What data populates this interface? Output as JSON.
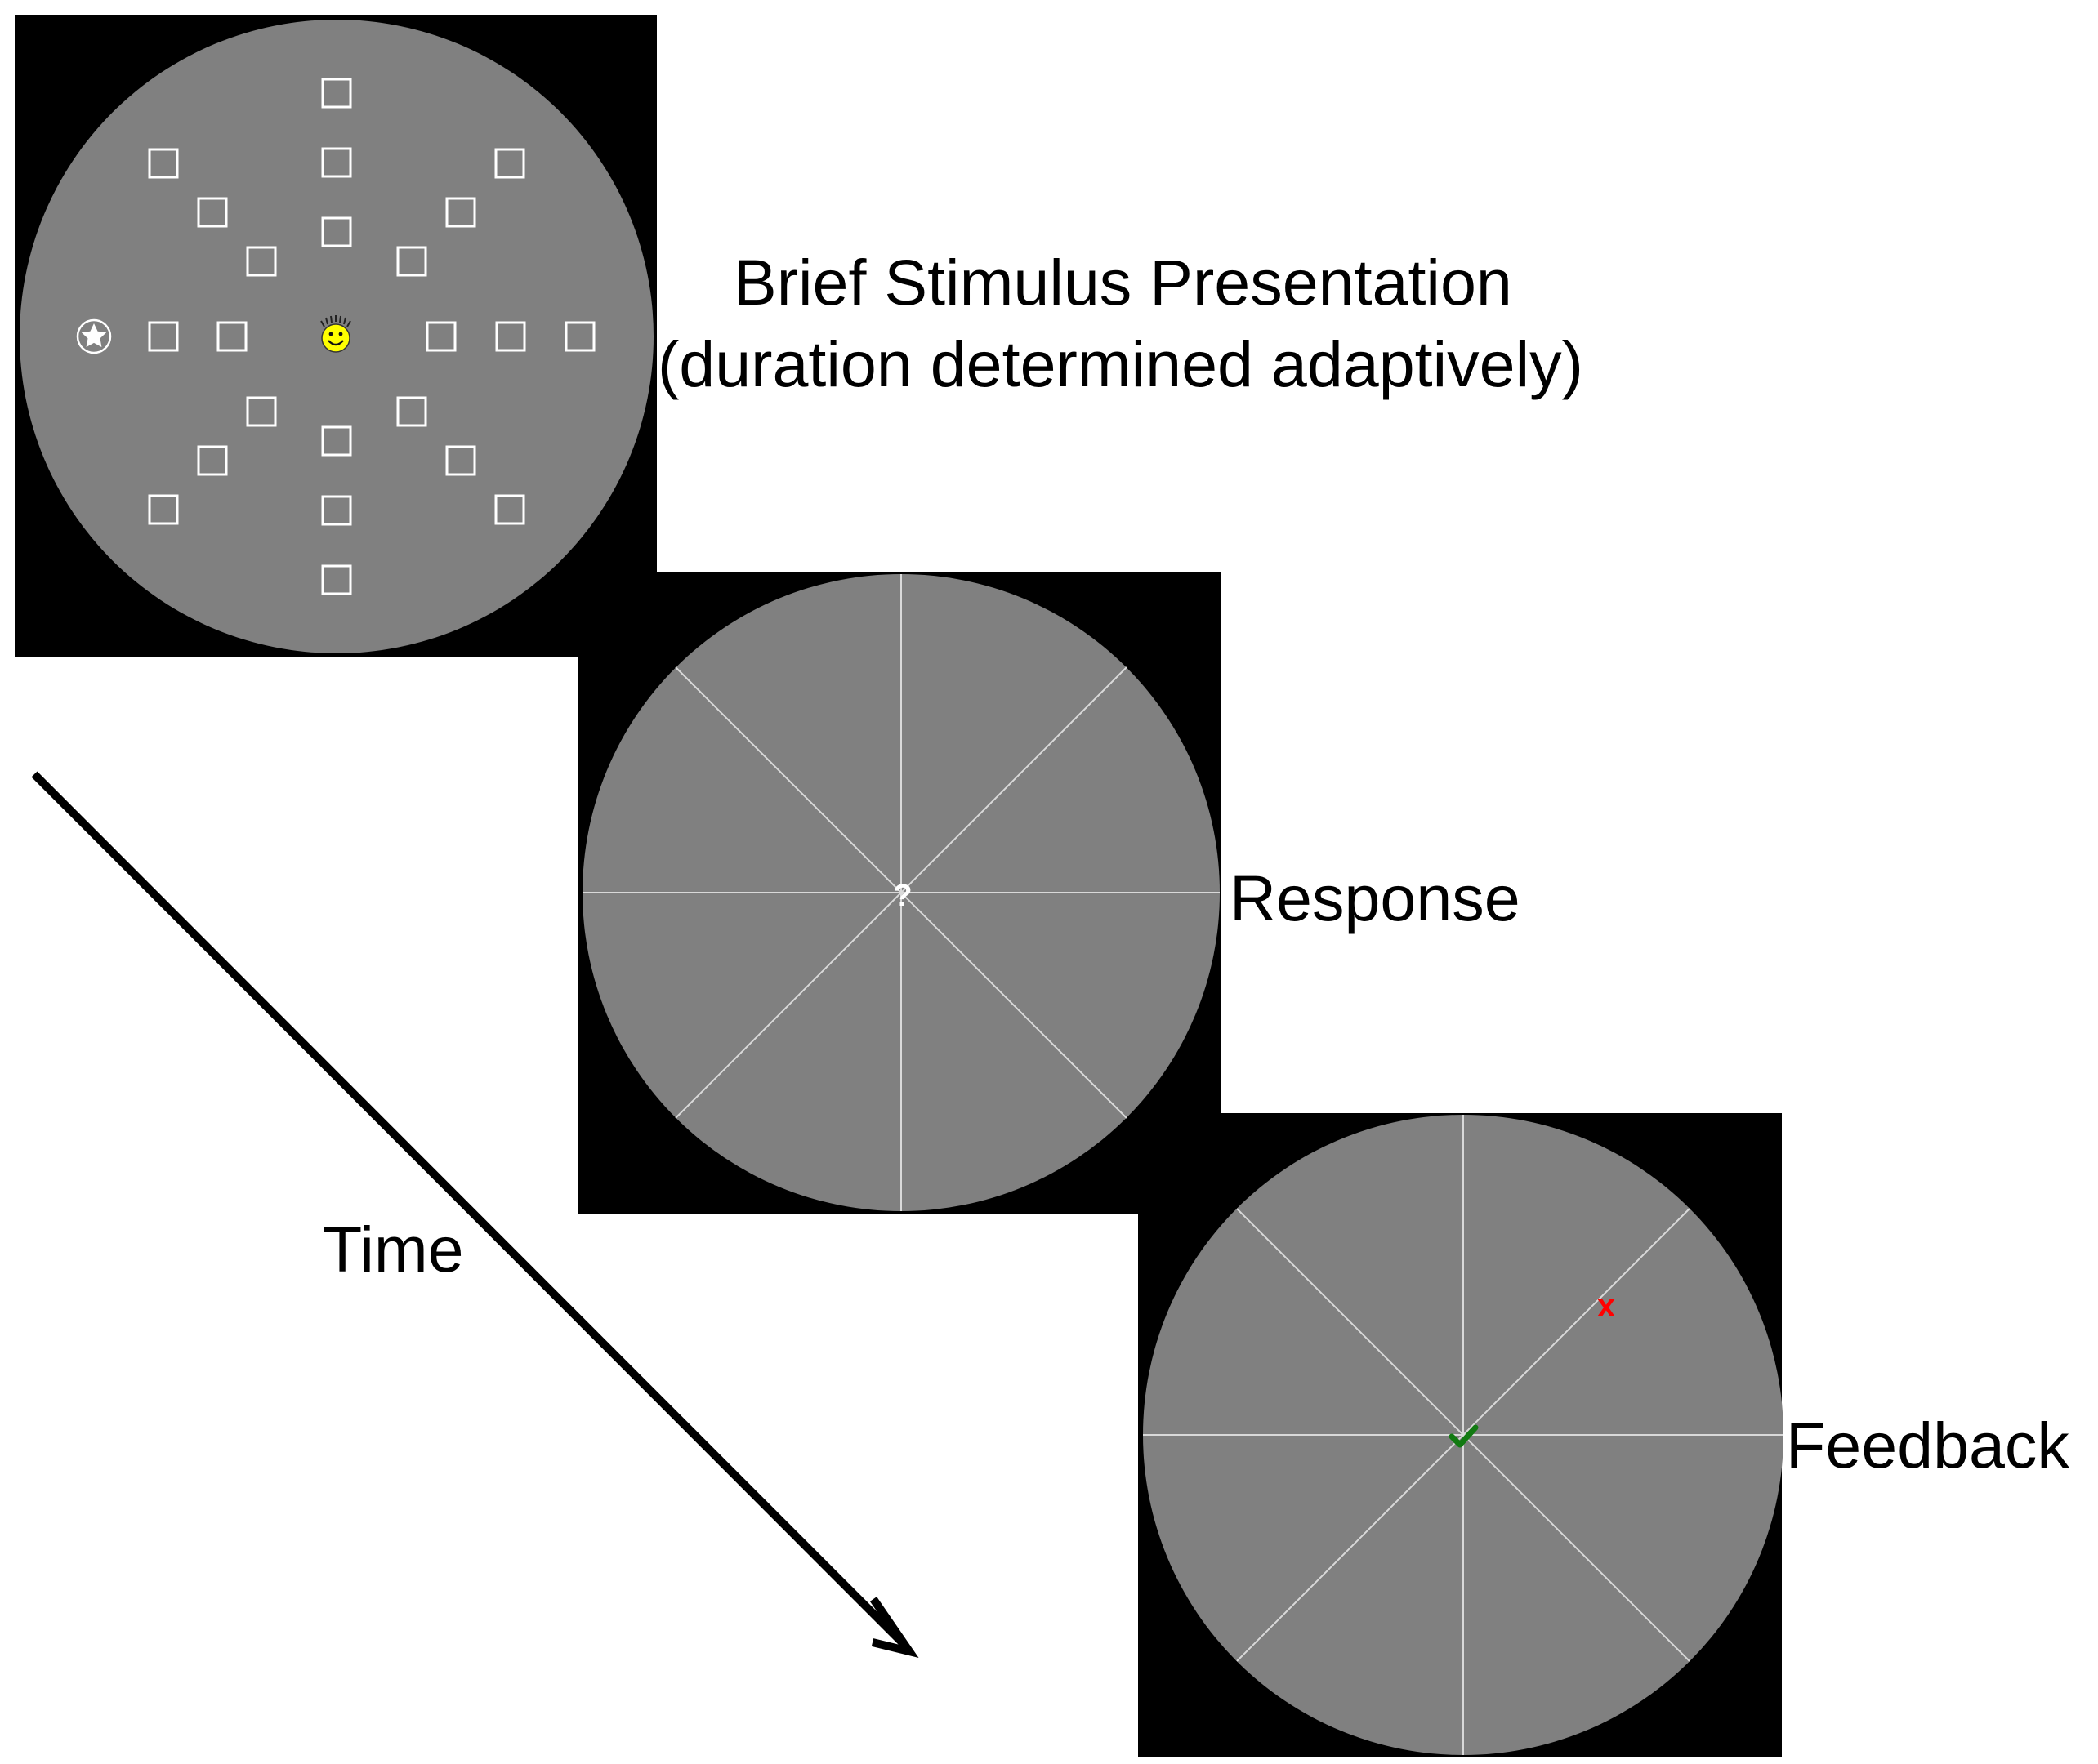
{
  "stimulus_label": {
    "line1": "Brief Stimulus Presentation",
    "line2": "(duration determined adaptively)"
  },
  "response_label": "Response",
  "feedback_label": "Feedback",
  "time_label": "Time",
  "response_center_symbol": "?",
  "feedback_incorrect_symbol": "x",
  "feedback_correct_symbol": "✔",
  "colors": {
    "frame_background": "#000000",
    "disc": "#808080",
    "guide_lines": "#d9d9d9",
    "placeholder_box": "#ffffff",
    "smiley_face": "#ffff00",
    "incorrect_mark": "#ff0000",
    "correct_mark": "#127a12",
    "arrow": "#000000"
  },
  "icons": {
    "fixation": "smiley-face-icon",
    "target": "star-icon",
    "incorrect": "x-mark-icon",
    "correct": "checkmark-icon"
  }
}
